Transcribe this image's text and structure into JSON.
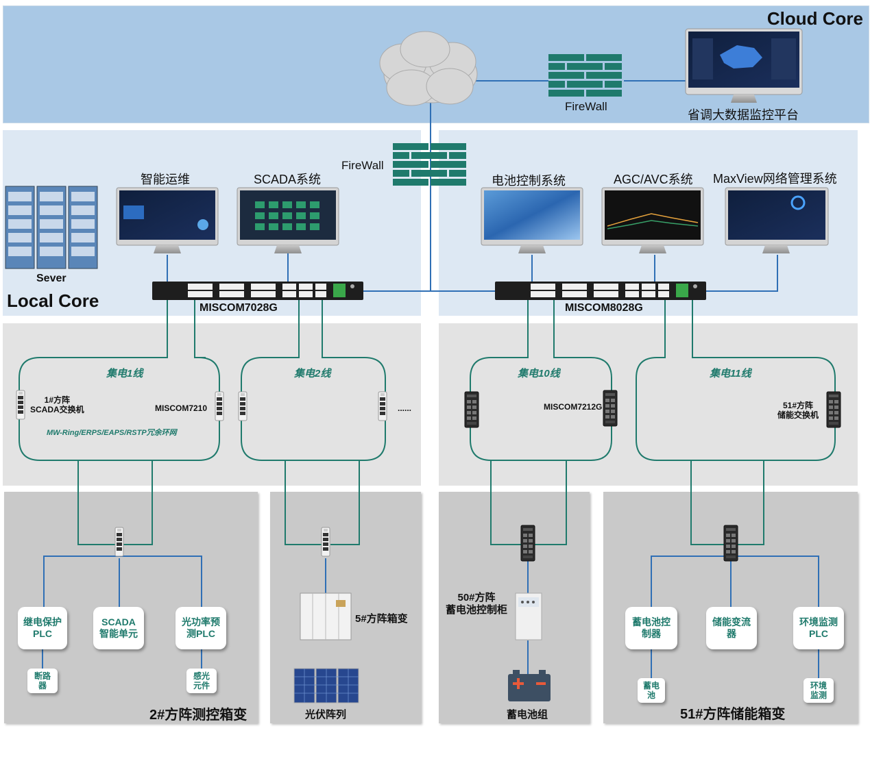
{
  "zones": {
    "cloud_core": "Cloud Core",
    "local_core": "Local Core"
  },
  "cloud": {
    "firewall_label": "FireWall",
    "platform_label": "省调大数据监控平台"
  },
  "local": {
    "firewall_label": "FireWall",
    "server_label": "Sever",
    "left_switch": "MISCOM7028G",
    "right_switch": "MISCOM8028G",
    "monitors": [
      {
        "label": "智能运维"
      },
      {
        "label": "SCADA系统"
      },
      {
        "label": "电池控制系统"
      },
      {
        "label": "AGC/AVC系统"
      },
      {
        "label": "MaxView网络管理系统"
      }
    ]
  },
  "rings": {
    "line1": "集电1线",
    "line2": "集电2线",
    "line10": "集电10线",
    "line11": "集电11线",
    "scada_switch": "1#方阵\nSCADA交换机",
    "miscom7210": "MISCOM7210",
    "redundancy": "MW-Ring/ERPS/EAPS/RSTP冗余环网",
    "ellipsis": "......",
    "miscom7212g": "MISCOM7212G",
    "storage_switch": "51#方阵\n储能交换机"
  },
  "boxes": {
    "box2": {
      "title": "2#方阵测控箱变",
      "devices": [
        "继电保护\nPLC",
        "SCADA\n智能单元",
        "光功率预\n测PLC"
      ],
      "subs": [
        "断路\n器",
        "感光\n元件"
      ]
    },
    "box5": {
      "transformer": "5#方阵箱变",
      "pv": "光伏阵列"
    },
    "box50": {
      "cabinet": "50#方阵\n蓄电池控制柜",
      "battery": "蓄电池组"
    },
    "box51": {
      "title": "51#方阵储能箱变",
      "devices": [
        "蓄电池控\n制器",
        "储能变流\n器",
        "环境监测\nPLC"
      ],
      "subs": [
        "蓄电\n池",
        "环境\n监测"
      ]
    }
  },
  "colors": {
    "cloud_bg": "#a9c8e5",
    "local_bg": "#dde8f3",
    "ring_bg": "#e3e3e3",
    "box_bg": "#c9c9c9",
    "ring_line": "#1f7a6c",
    "net_line": "#2f6fb5",
    "firewall": "#1f7a6c"
  }
}
